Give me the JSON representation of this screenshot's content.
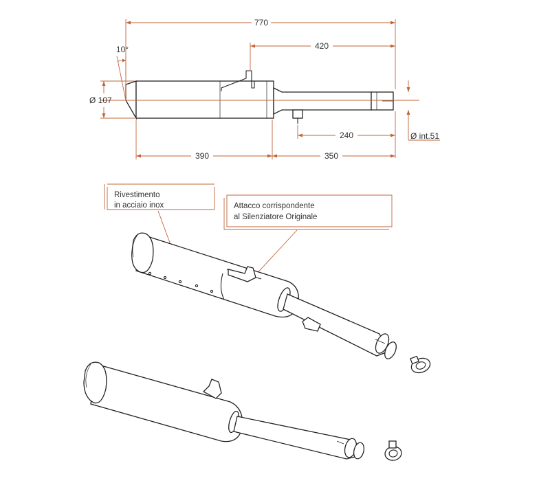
{
  "dimensions": {
    "overall_length": "770",
    "rear_length": "420",
    "angle": "10°",
    "diameter": "Ø 107",
    "bracket_offset": "240",
    "inner_diameter": "Ø int.51",
    "can_length": "390",
    "pipe_length": "350"
  },
  "callouts": {
    "coating_line1": "Rivestimento",
    "coating_line2": "in acciaio inox",
    "mount_line1": "Attacco corrispondente",
    "mount_line2": "al Silenziatore Originale"
  },
  "colors": {
    "dimension_lines": "#c0643a",
    "outline": "#222222"
  }
}
